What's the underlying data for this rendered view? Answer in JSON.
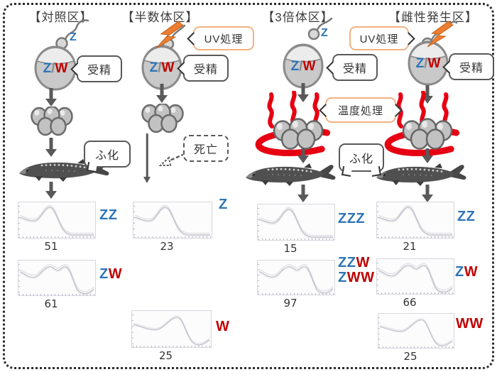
{
  "colors": {
    "blue": "#2E75B6",
    "red": "#C00000",
    "flame": "#E60012",
    "bolt_orange": "#ED7D31",
    "bubble_orange": "#F4B183",
    "gray": "#595959"
  },
  "labels": {
    "fertilization": "受精",
    "uv_treatment": "UV処理",
    "temp_treatment": "温度処理",
    "hatch": "ふ化",
    "death": "死亡"
  },
  "columns": [
    {
      "title": "【対照区】",
      "egg": {
        "z": "Z",
        "slash": "/",
        "w": "W"
      },
      "sperm": "Z",
      "charts": [
        {
          "genotype": [
            {
              "blue": "ZZ",
              "red": ""
            }
          ],
          "count": "51",
          "curve": "single-peak"
        },
        {
          "genotype": [
            {
              "blue": "Z",
              "red": "W"
            }
          ],
          "count": "61",
          "curve": "multi-peak"
        }
      ]
    },
    {
      "title": "【半数体区】",
      "egg": {
        "z": "Z",
        "slash": "/",
        "w": "W"
      },
      "charts": [
        {
          "genotype": [
            {
              "blue": "Z",
              "red": ""
            }
          ],
          "count": "23",
          "curve": "single-peak"
        },
        {
          "genotype": [
            {
              "blue": "",
              "red": "W"
            }
          ],
          "count": "25",
          "curve": "late-peak"
        }
      ]
    },
    {
      "title": "【3倍体区】",
      "egg": {
        "z": "Z",
        "slash": "/",
        "w": "W"
      },
      "sperm": "Z",
      "charts": [
        {
          "genotype": [
            {
              "blue": "ZZZ",
              "red": ""
            }
          ],
          "count": "15",
          "curve": "single-peak"
        },
        {
          "genotype": [
            {
              "blue": "ZZ",
              "red": "W"
            },
            {
              "blue": "Z",
              "red": "WW"
            }
          ],
          "count": "97",
          "curve": "multi-peak"
        }
      ]
    },
    {
      "title": "【雌性発生区】",
      "egg": {
        "z": "Z",
        "slash": "/",
        "w": "W"
      },
      "charts": [
        {
          "genotype": [
            {
              "blue": "ZZ",
              "red": ""
            }
          ],
          "count": "21",
          "curve": "single-peak"
        },
        {
          "genotype": [
            {
              "blue": "Z",
              "red": "W"
            }
          ],
          "count": "66",
          "curve": "multi-peak"
        },
        {
          "genotype": [
            {
              "blue": "",
              "red": "WW"
            }
          ],
          "count": "25",
          "curve": "late-peak"
        }
      ]
    }
  ]
}
